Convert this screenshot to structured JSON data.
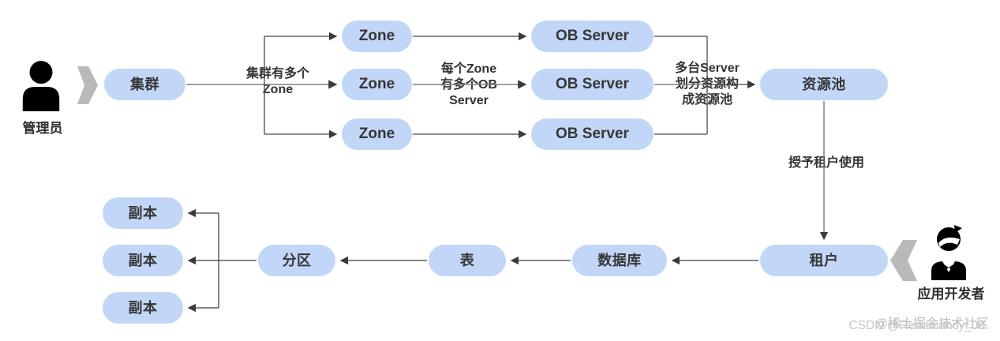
{
  "diagram": {
    "nodes": {
      "cluster": "集群",
      "zone": "Zone",
      "ob_server": "OB Server",
      "resource_pool": "资源池",
      "tenant": "租户",
      "database": "数据库",
      "table": "表",
      "partition": "分区",
      "replica": "副本"
    },
    "edge_labels": {
      "cluster_to_zones": "集群有多个\nZone",
      "zone_to_servers": "每个Zone\n有多个OB\nServer",
      "servers_to_pool": "多台Server\n划分资源构\n成资源池",
      "pool_to_tenant": "授予租户使用"
    },
    "actors": {
      "admin": "管理员",
      "developer": "应用开发者"
    },
    "watermarks": {
      "juejin": "@稀土掘金技术社区",
      "csdn": "CSDN @Redamancy_06"
    },
    "colors": {
      "node_fill": "#c2d6f7",
      "node_text": "#363636",
      "line_dark": "#474747",
      "line_gray": "#808080",
      "block_arrow": "#b9b9b9",
      "icon": "#000000",
      "watermark": "#b3b6ba"
    }
  }
}
